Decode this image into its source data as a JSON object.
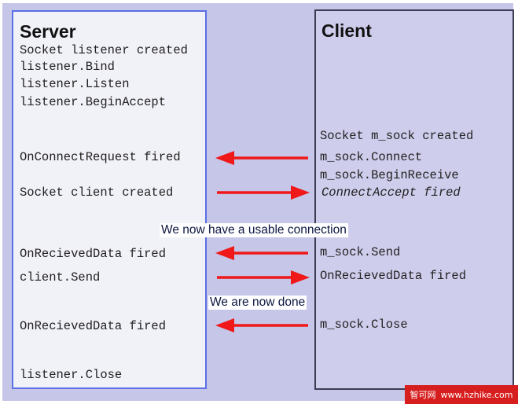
{
  "server": {
    "title": "Server",
    "lines": {
      "l0": "Socket listener created",
      "l1": "listener.Bind",
      "l2": "listener.Listen",
      "l3": "listener.BeginAccept",
      "l4": "OnConnectRequest fired",
      "l5": "Socket client created",
      "l6": "OnRecievedData fired",
      "l7": "client.Send",
      "l8": "OnRecievedData fired",
      "l9": "listener.Close"
    }
  },
  "client": {
    "title": "Client",
    "lines": {
      "l0": "Socket m_sock created",
      "l1": "m_sock.Connect",
      "l2": "m_sock.BeginReceive",
      "l3": "ConnectAccept fired",
      "l4": "m_sock.Send",
      "l5": "OnRecievedData fired",
      "l6": "m_sock.Close"
    }
  },
  "notes": {
    "connection": "We now have a usable connection",
    "done": "We are now done"
  },
  "arrows": [
    {
      "direction": "left"
    },
    {
      "direction": "right"
    },
    {
      "direction": "left"
    },
    {
      "direction": "right"
    },
    {
      "direction": "left"
    }
  ],
  "colors": {
    "background": "#c5c6e8",
    "server_border": "#5b6fe6",
    "client_border": "#3c3c55",
    "arrow": "#f01818"
  },
  "watermark": {
    "brand": "智可网",
    "url": "www.hzhike.com"
  }
}
